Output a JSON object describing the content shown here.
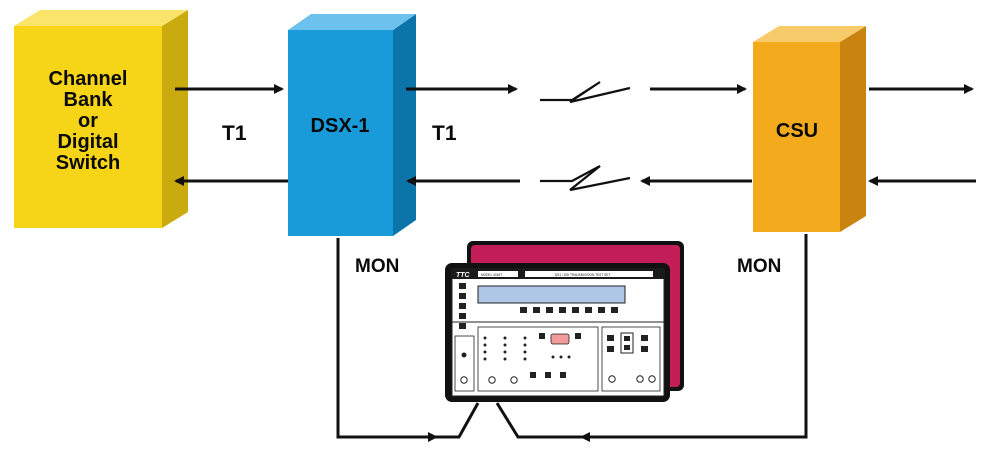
{
  "boxes": {
    "channel_bank": {
      "lines": [
        "Channel",
        "Bank",
        "or",
        "Digital",
        "Switch"
      ],
      "color": "#f6d417"
    },
    "dsx1": {
      "label": "DSX-1",
      "color": "#1a9bd9"
    },
    "csu": {
      "label": "CSU",
      "color": "#f3aa1c"
    }
  },
  "links": {
    "t1_left": "T1",
    "t1_right": "T1",
    "mon_left": "MON",
    "mon_right": "MON"
  },
  "test_set": {
    "brand": "TTC",
    "model_label": "MODEL 4018T",
    "title": "DS1 / DSI TRANSMISSION TEST SET",
    "front_color": "#ffffff",
    "back_color": "#c41e58",
    "display_color": "#aec7e6",
    "indicator_color": "#f19a9a"
  }
}
